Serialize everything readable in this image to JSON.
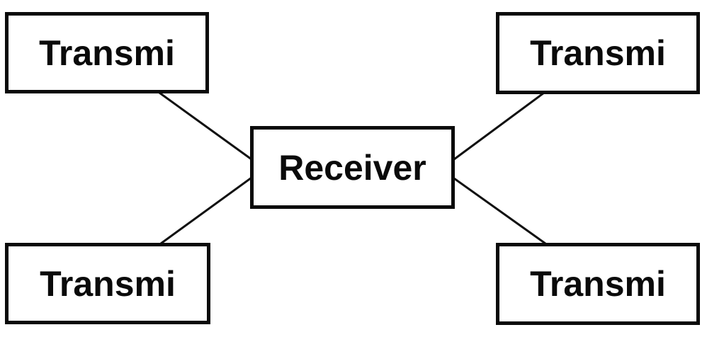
{
  "diagram": {
    "type": "star-network-diagram",
    "nodes": [
      {
        "id": "transmitter-top-left",
        "label": "Transmi",
        "position": "top-left"
      },
      {
        "id": "transmitter-top-right",
        "label": "Transmi",
        "position": "top-right"
      },
      {
        "id": "receiver",
        "label": "Receiver",
        "position": "center"
      },
      {
        "id": "transmitter-bottom-left",
        "label": "Transmi",
        "position": "bottom-left"
      },
      {
        "id": "transmitter-bottom-right",
        "label": "Transmi",
        "position": "bottom-right"
      }
    ],
    "edges": [
      {
        "from": "transmitter-top-left",
        "to": "receiver"
      },
      {
        "from": "transmitter-top-right",
        "to": "receiver"
      },
      {
        "from": "transmitter-bottom-left",
        "to": "receiver"
      },
      {
        "from": "transmitter-bottom-right",
        "to": "receiver"
      }
    ],
    "colors": {
      "background": "#ffffff",
      "box_border": "#0a0a0a",
      "connector_line": "#111111",
      "text": "#0a0a0a"
    }
  }
}
